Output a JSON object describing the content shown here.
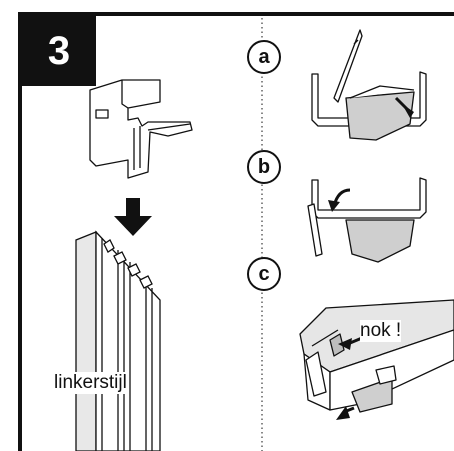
{
  "step": {
    "number": "3"
  },
  "substeps": [
    {
      "label": "a"
    },
    {
      "label": "b"
    },
    {
      "label": "c"
    }
  ],
  "labels": {
    "profile": "linkerstijl",
    "notch": "nok !"
  },
  "colors": {
    "ink": "#111111",
    "paper": "#ffffff",
    "fill": "#cfcfcf"
  }
}
